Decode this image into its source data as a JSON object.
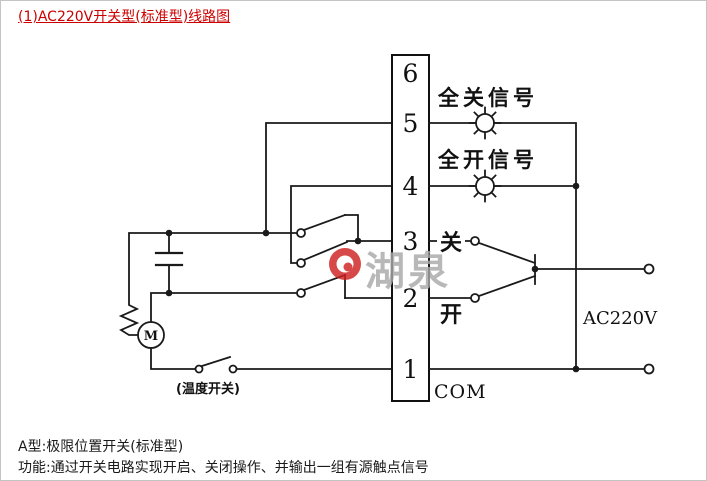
{
  "header": {
    "title": "(1)AC220V开关型(标准型)线路图"
  },
  "diagram": {
    "terminals": [
      "6",
      "5",
      "4",
      "3",
      "2",
      "1"
    ],
    "labels": {
      "full_close_signal": "全关信号",
      "full_open_signal": "全开信号",
      "close": "关",
      "open": "开",
      "com": "COM",
      "power": "AC220V",
      "temp_switch": "(温度开关)",
      "motor": "M"
    },
    "watermark": {
      "icon": "huquan-logo",
      "text": "湖泉"
    },
    "colors": {
      "line": "#1a1a1a",
      "title_red": "#cc0000",
      "watermark_icon_red": "#cf2020",
      "watermark_text_gray": "#a9a9a9"
    }
  },
  "footer": {
    "line1": "A型:极限位置开关(标准型)",
    "line2": "功能:通过开关电路实现开启、关闭操作、并输出一组有源触点信号"
  }
}
